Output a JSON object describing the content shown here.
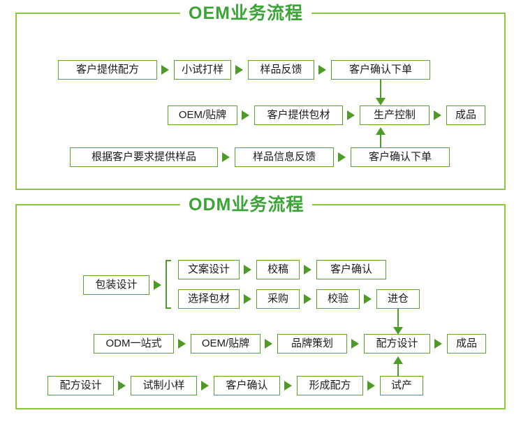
{
  "sections": [
    {
      "title": "OEM业务流程",
      "rows": [
        {
          "nodes": [
            "客户提供配方",
            "小试打样",
            "样品反馈",
            "客户确认下单"
          ]
        },
        {
          "nodes": [
            "OEM/贴牌",
            "客户提供包材",
            "生产控制",
            "成品"
          ]
        },
        {
          "nodes": [
            "根据客户要求提供样品",
            "样品信息反馈",
            "客户确认下单"
          ]
        }
      ]
    },
    {
      "title": "ODM业务流程",
      "rows": [
        {
          "nodes": [
            "包装设计",
            "文案设计",
            "校稿",
            "客户确认"
          ]
        },
        {
          "nodes": [
            "选择包材",
            "采购",
            "校验",
            "进仓"
          ]
        },
        {
          "nodes": [
            "ODM一站式",
            "OEM/贴牌",
            "品牌策划",
            "配方设计",
            "成品"
          ]
        },
        {
          "nodes": [
            "配方设计",
            "试制小样",
            "客户确认",
            "形成配方",
            "试产"
          ]
        }
      ]
    }
  ]
}
